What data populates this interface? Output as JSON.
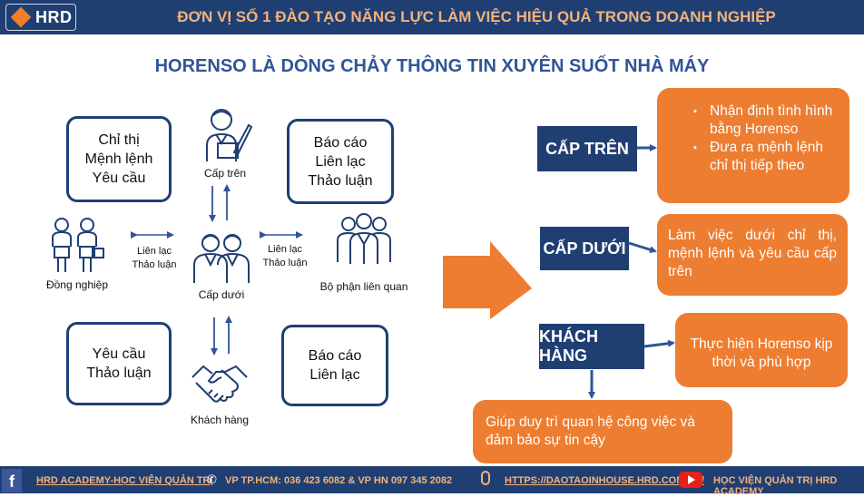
{
  "header": {
    "logo_text": "HRD",
    "tagline": "ĐƠN VỊ SỐ 1 ĐÀO TẠO NĂNG LỰC LÀM VIỆC HIỆU QUẢ TRONG DOANH NGHIỆP"
  },
  "title": "HORENSO LÀ DÒNG CHẢY THÔNG TIN XUYÊN SUỐT NHÀ MÁY",
  "diagram": {
    "box_top_left": [
      "Chỉ thị",
      "Mệnh lệnh",
      "Yêu cầu"
    ],
    "box_top_right": [
      "Báo cáo",
      "Liên lạc",
      "Thảo luận"
    ],
    "box_bottom_left": [
      "Yêu cầu",
      "Thảo luận"
    ],
    "box_bottom_right": [
      "Báo cáo",
      "Liên lạc"
    ],
    "cap_tren": "Cấp trên",
    "cap_duoi": "Cấp dưới",
    "dong_nghiep": "Đồng nghiệp",
    "bo_phan": "Bộ phận liên quan",
    "khach_hang": "Khách hàng",
    "left_link": [
      "Liên lạc",
      "Thảo luận"
    ],
    "right_link": [
      "Liên lạc",
      "Thảo luận"
    ]
  },
  "right": {
    "cap_tren_label": "CẤP TRÊN",
    "cap_tren_items": [
      "Nhận định tình hình bằng Horenso",
      "Đưa ra mệnh lệnh chỉ thị tiếp theo"
    ],
    "cap_duoi_label": "CẤP DƯỚI",
    "cap_duoi_text": "Làm việc dưới chỉ thị, mệnh lệnh và yêu cầu cấp trên",
    "khach_hang_label": "KHÁCH HÀNG",
    "khach_hang_text": "Thực hiện Horenso kịp thời và phù hợp",
    "bottom_text": "Giúp duy trì quan hệ công việc và đảm bảo sự tin cậy"
  },
  "footer": {
    "academy": "HRD ACADEMY-HỌC VIỆN QUẢN TRỊ",
    "phone": "VP TP.HCM: 036 423 6082 & VP HN 097 345 2082",
    "url": "HTTPS://DAOTAOINHOUSE.HRD.COM.VN/",
    "youtube": "HỌC VIỆN QUẢN TRỊ HRD ACADEMY"
  },
  "colors": {
    "navy": "#1f3f73",
    "orange": "#ed7d31",
    "title_blue": "#2f5597"
  }
}
